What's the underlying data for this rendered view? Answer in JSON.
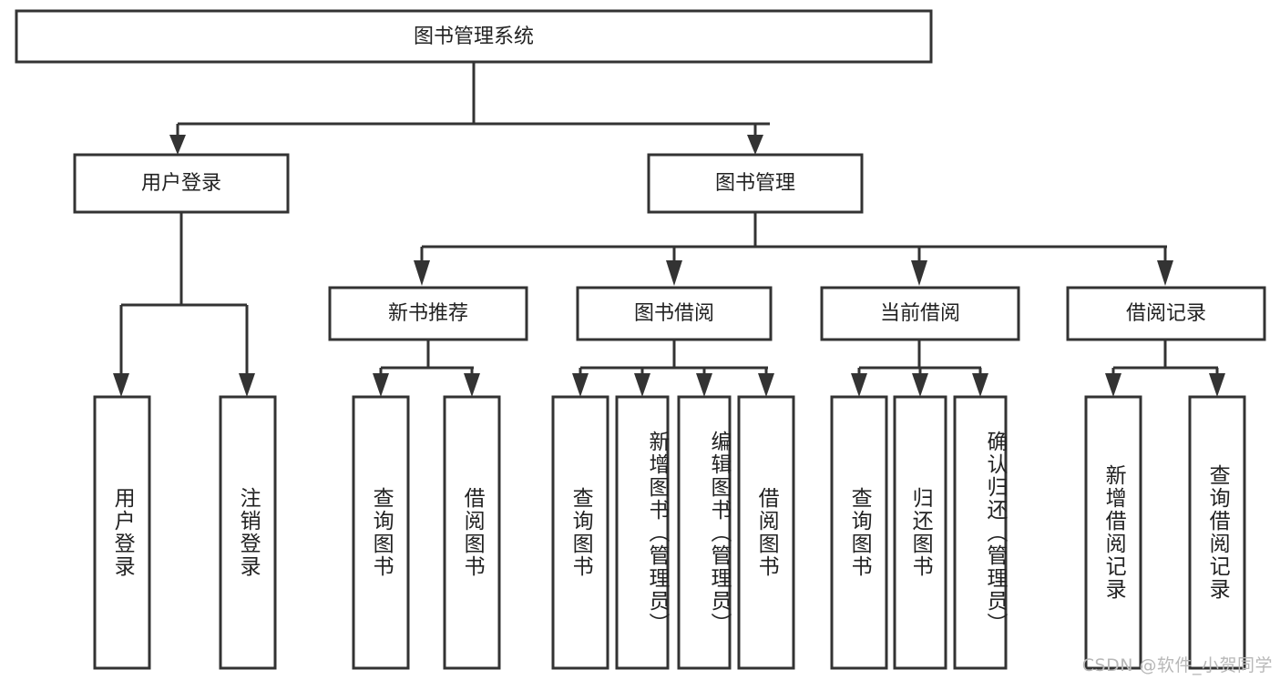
{
  "diagram": {
    "title": "图书管理系统",
    "type": "hierarchy-tree",
    "orientation": "top-down",
    "root": {
      "id": "root",
      "label": "图书管理系统",
      "text_direction": "horizontal"
    },
    "level2": [
      {
        "id": "user-login",
        "label": "用户登录",
        "text_direction": "horizontal"
      },
      {
        "id": "book-management",
        "label": "图书管理",
        "text_direction": "horizontal"
      }
    ],
    "level3": [
      {
        "id": "new-book-recommend",
        "label": "新书推荐",
        "parent": "book-management",
        "text_direction": "horizontal"
      },
      {
        "id": "book-borrow",
        "label": "图书借阅",
        "parent": "book-management",
        "text_direction": "horizontal"
      },
      {
        "id": "current-borrow",
        "label": "当前借阅",
        "parent": "book-management",
        "text_direction": "horizontal"
      },
      {
        "id": "borrow-record",
        "label": "借阅记录",
        "parent": "book-management",
        "text_direction": "horizontal"
      }
    ],
    "leaves": [
      {
        "id": "leaf-user-login",
        "label": "用户登录",
        "parent": "user-login",
        "text_direction": "vertical"
      },
      {
        "id": "leaf-logout-login",
        "label": "注销登录",
        "parent": "user-login",
        "text_direction": "vertical"
      },
      {
        "id": "leaf-query-book-1",
        "label": "查询图书",
        "parent": "new-book-recommend",
        "text_direction": "vertical"
      },
      {
        "id": "leaf-borrow-book-1",
        "label": "借阅图书",
        "parent": "new-book-recommend",
        "text_direction": "vertical"
      },
      {
        "id": "leaf-query-book-2",
        "label": "查询图书",
        "parent": "book-borrow",
        "text_direction": "vertical"
      },
      {
        "id": "leaf-add-book",
        "label": "新增图书（管理员）",
        "parent": "book-borrow",
        "text_direction": "vertical"
      },
      {
        "id": "leaf-edit-book",
        "label": "编辑图书（管理员）",
        "parent": "book-borrow",
        "text_direction": "vertical"
      },
      {
        "id": "leaf-borrow-book-2",
        "label": "借阅图书",
        "parent": "book-borrow",
        "text_direction": "vertical"
      },
      {
        "id": "leaf-query-book-3",
        "label": "查询图书",
        "parent": "current-borrow",
        "text_direction": "vertical"
      },
      {
        "id": "leaf-return-book",
        "label": "归还图书",
        "parent": "current-borrow",
        "text_direction": "vertical"
      },
      {
        "id": "leaf-confirm-return",
        "label": "确认归还（管理员）",
        "parent": "current-borrow",
        "text_direction": "vertical"
      },
      {
        "id": "leaf-add-record",
        "label": "新增借阅记录",
        "parent": "borrow-record",
        "text_direction": "vertical"
      },
      {
        "id": "leaf-query-record",
        "label": "查询借阅记录",
        "parent": "borrow-record",
        "text_direction": "vertical"
      }
    ],
    "colors": {
      "stroke": "#333333",
      "fill": "#ffffff",
      "text": "#222222",
      "watermark": "#b8b8b8",
      "background": "#ffffff"
    }
  },
  "watermark": {
    "text": "CSDN @软件_小贺同学"
  }
}
